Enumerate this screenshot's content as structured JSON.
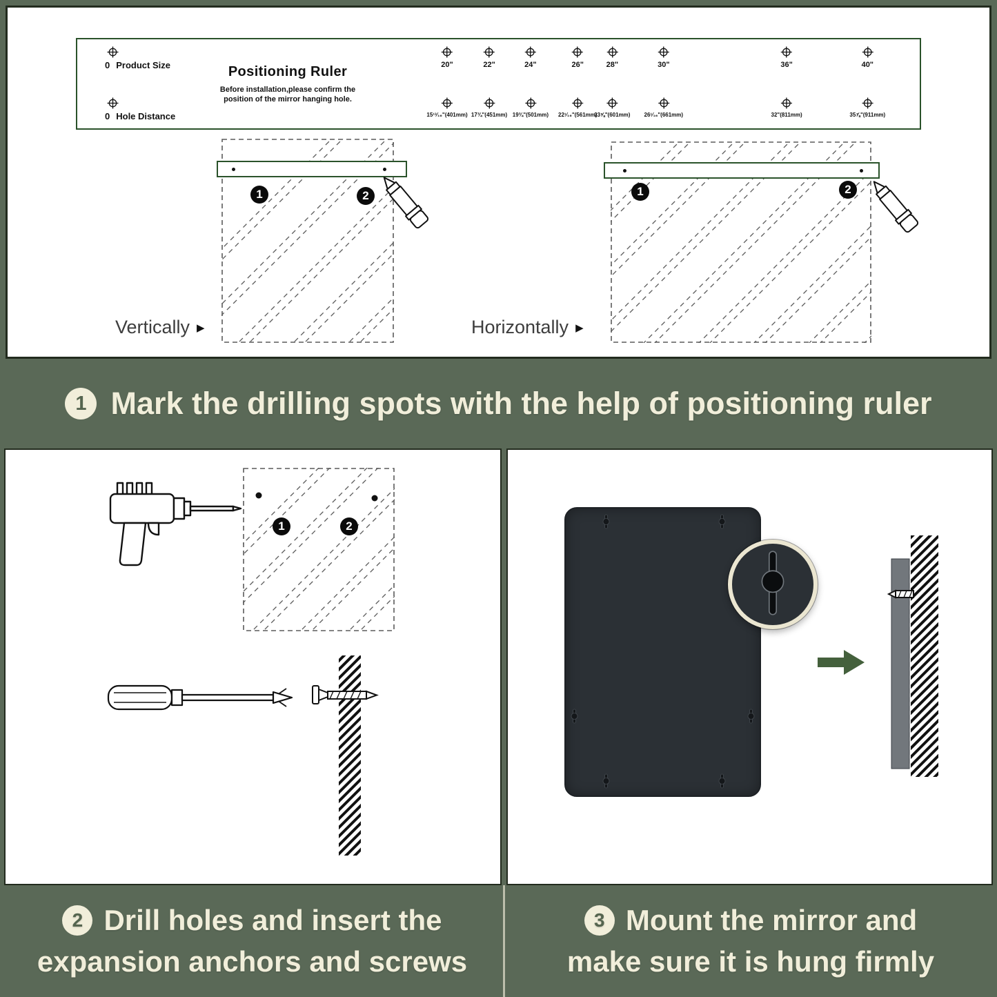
{
  "ruler": {
    "title": "Positioning Ruler",
    "subtitle_line1": "Before installation,please confirm the",
    "subtitle_line2": "position of the mirror hanging hole.",
    "zero_product_num": "0",
    "zero_product_label": "Product Size",
    "zero_hole_num": "0",
    "zero_hole_label": "Hole Distance",
    "product_sizes": [
      {
        "label": "20\"",
        "x": 43.9
      },
      {
        "label": "22\"",
        "x": 48.9
      },
      {
        "label": "24\"",
        "x": 53.8
      },
      {
        "label": "26\"",
        "x": 59.4
      },
      {
        "label": "28\"",
        "x": 63.5
      },
      {
        "label": "30\"",
        "x": 69.6
      },
      {
        "label": "36\"",
        "x": 84.2
      },
      {
        "label": "40\"",
        "x": 93.8
      }
    ],
    "hole_distances": [
      {
        "label": "15¹³⁄₁₆\"(401mm)",
        "x": 43.9
      },
      {
        "label": "17¾\"(451mm)",
        "x": 48.9
      },
      {
        "label": "19¾\"(501mm)",
        "x": 53.8
      },
      {
        "label": "22¹⁄₁₆\"(561mm)",
        "x": 59.4
      },
      {
        "label": "23⅝\"(601mm)",
        "x": 63.5
      },
      {
        "label": "26¹⁄₁₆\"(661mm)",
        "x": 69.6
      },
      {
        "label": "32\"(811mm)",
        "x": 84.2
      },
      {
        "label": "35⅞\"(911mm)",
        "x": 93.8
      }
    ]
  },
  "diagrams": {
    "vertical_label": "Vertically",
    "horizontal_label": "Horizontally",
    "pointer": "▶",
    "marker_one": "1",
    "marker_two": "2"
  },
  "steps": {
    "one_num": "1",
    "one_text": "Mark the drilling spots with the help of positioning ruler",
    "two_num": "2",
    "two_line1": "Drill holes and insert the",
    "two_line2": "expansion anchors and screws",
    "three_num": "3",
    "three_line1": "Mount the mirror and",
    "three_line2": "make sure it is hung firmly"
  },
  "colors": {
    "band_green": "#5a6957",
    "cream": "#f1eeda",
    "ruler_green": "#2a522a",
    "panel_border": "#222b1e",
    "mirror_dark": "#2b3035",
    "arrow_green": "#44603c"
  }
}
